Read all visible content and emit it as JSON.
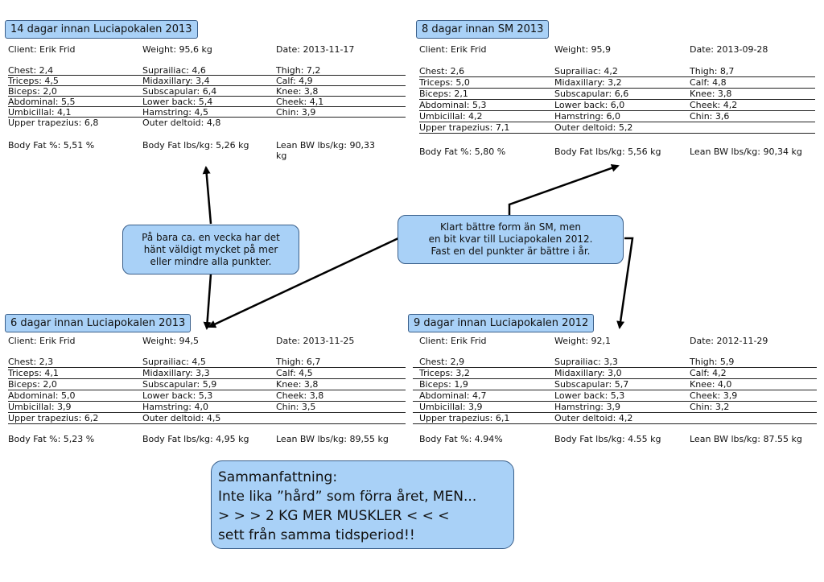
{
  "panels": [
    {
      "title": "14 dagar innan Luciapokalen 2013",
      "client": "Client: Erik Frid",
      "weight": "Weight: 95,6 kg",
      "date": "Date: 2013-11-17",
      "rows": [
        [
          "Chest: 2,4",
          "Suprailiac: 4,6",
          "Thigh: 7,2"
        ],
        [
          "Triceps: 4,5",
          "Midaxillary: 3,4",
          "Calf: 4,9"
        ],
        [
          "Biceps: 2,0",
          "Subscapular: 6,4",
          "Knee: 3,8"
        ],
        [
          "Abdominal: 5,5",
          "Lower back: 5,4",
          "Cheek: 4,1"
        ],
        [
          "Umbicillal: 4,1",
          "Hamstring: 4,5",
          "Chin: 3,9"
        ],
        [
          "Upper trapezius: 6,8",
          "Outer deltoid: 4,8",
          ""
        ]
      ],
      "bodyfat": "Body Fat %: 5,51 %",
      "fatlbs": "Body Fat lbs/kg: 5,26 kg",
      "lean": "Lean BW lbs/kg:  90,33 kg"
    },
    {
      "title": "8 dagar innan SM 2013",
      "client": "Client: Erik Frid",
      "weight": "Weight: 95,9",
      "date": "Date: 2013-09-28",
      "rows": [
        [
          "Chest: 2,6",
          "Suprailiac: 4,2",
          "Thigh: 8,7"
        ],
        [
          "Triceps: 5,0",
          "Midaxillary: 3,2",
          "Calf: 4,8"
        ],
        [
          "Biceps: 2,1",
          "Subscapular: 6,6",
          "Knee: 3,8"
        ],
        [
          "Abdominal: 5,3",
          "Lower back: 6,0",
          "Cheek: 4,2"
        ],
        [
          "Umbicillal: 4,2",
          "Hamstring: 6,0",
          "Chin: 3,6"
        ],
        [
          "Upper trapezius: 7,1",
          "Outer deltoid: 5,2",
          ""
        ]
      ],
      "bodyfat": "Body Fat %: 5,80 %",
      "fatlbs": "Body Fat lbs/kg: 5,56 kg",
      "lean": "Lean BW lbs/kg: 90,34 kg"
    },
    {
      "title": "6 dagar innan Luciapokalen 2013",
      "client": "Client: Erik Frid",
      "weight": "Weight: 94,5",
      "date": "Date: 2013-11-25",
      "rows": [
        [
          "Chest: 2,3",
          "Suprailiac: 4,5",
          "Thigh: 6,7"
        ],
        [
          "Triceps: 4,1",
          "Midaxillary: 3,3",
          "Calf: 4,5"
        ],
        [
          "Biceps: 2,0",
          "Subscapular: 5,9",
          "Knee: 3,8"
        ],
        [
          "Abdominal: 5,0",
          "Lower back: 5,3",
          "Cheek: 3,8"
        ],
        [
          "Umbicillal: 3,9",
          "Hamstring: 4,0",
          "Chin: 3,5"
        ],
        [
          "Upper trapezius: 6,2",
          "Outer deltoid: 4,5",
          ""
        ]
      ],
      "bodyfat": "Body Fat %: 5,23 %",
      "fatlbs": "Body Fat lbs/kg: 4,95 kg",
      "lean": "Lean BW lbs/kg: 89,55 kg"
    },
    {
      "title": "9 dagar innan Luciapokalen 2012",
      "client": "Client: Erik Frid",
      "weight": "Weight: 92,1",
      "date": "Date: 2012-11-29",
      "rows": [
        [
          "Chest: 2,9",
          "Suprailiac: 3,3",
          "Thigh: 5,9"
        ],
        [
          "Triceps: 3,2",
          "Midaxillary: 3,0",
          "Calf: 4,2"
        ],
        [
          "Biceps: 1,9",
          "Subscapular: 5,7",
          "Knee: 4,0"
        ],
        [
          "Abdominal: 4,7",
          "Lower back: 5,3",
          "Cheek: 3,9"
        ],
        [
          "Umbicillal: 3,9",
          "Hamstring: 3,9",
          "Chin: 3,2"
        ],
        [
          "Upper trapezius: 6,1",
          "Outer deltoid: 4,2",
          ""
        ]
      ],
      "bodyfat": "Body Fat %: 4.94%",
      "fatlbs": "Body Fat lbs/kg: 4.55 kg",
      "lean": "Lean BW lbs/kg: 87.55 kg"
    }
  ],
  "callouts": {
    "left": [
      "På bara ca. en vecka har det",
      "hänt väldigt mycket på mer",
      "eller mindre alla punkter."
    ],
    "right": [
      "Klart bättre form än SM, men",
      "en bit kvar till Luciapokalen 2012.",
      "Fast en del punkter är bättre i år."
    ]
  },
  "summary": {
    "heading": "Sammanfattning:",
    "line1": "Inte lika ”hård” som förra året, MEN...",
    "line2": "> > > 2 KG MER MUSKLER < < <",
    "line3": "sett från samma tidsperiod!!"
  },
  "colors": {
    "box_fill": "#a9d1f7",
    "box_border": "#3a5f8a"
  }
}
